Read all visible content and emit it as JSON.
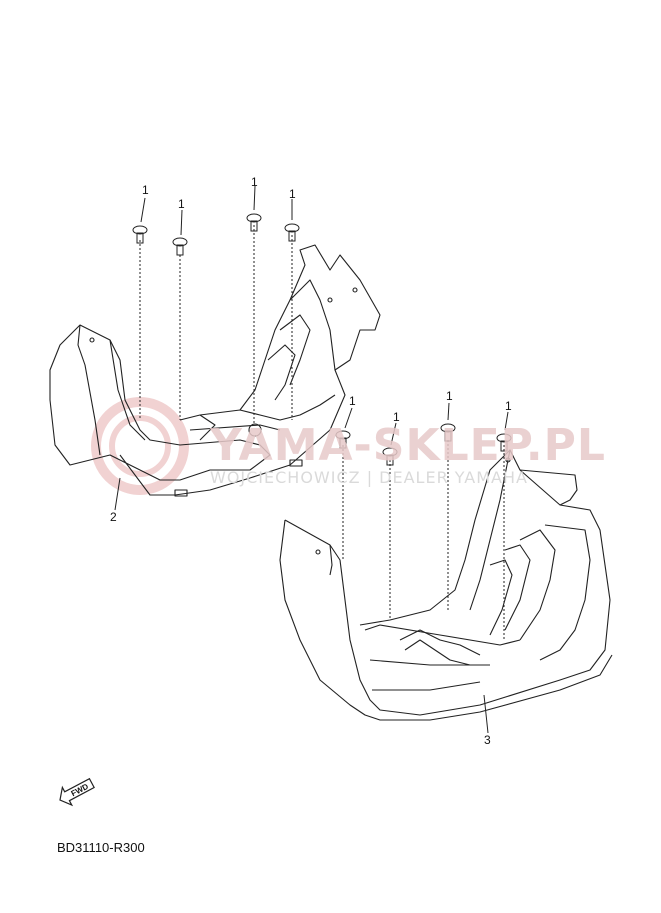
{
  "watermark": {
    "title": "YAMA-SKLEP.PL",
    "subtitle": "WOJCIECHOWICZ | DEALER YAMAHA"
  },
  "callouts": {
    "bolt_label": "1",
    "part_left_label": "2",
    "part_right_label": "3"
  },
  "fwd_icon_text": "FWD",
  "diagram_code": "BD31110-R300",
  "colors": {
    "line": "#222222",
    "watermark_red": "#e7c9c9",
    "watermark_gray": "#dadada"
  }
}
